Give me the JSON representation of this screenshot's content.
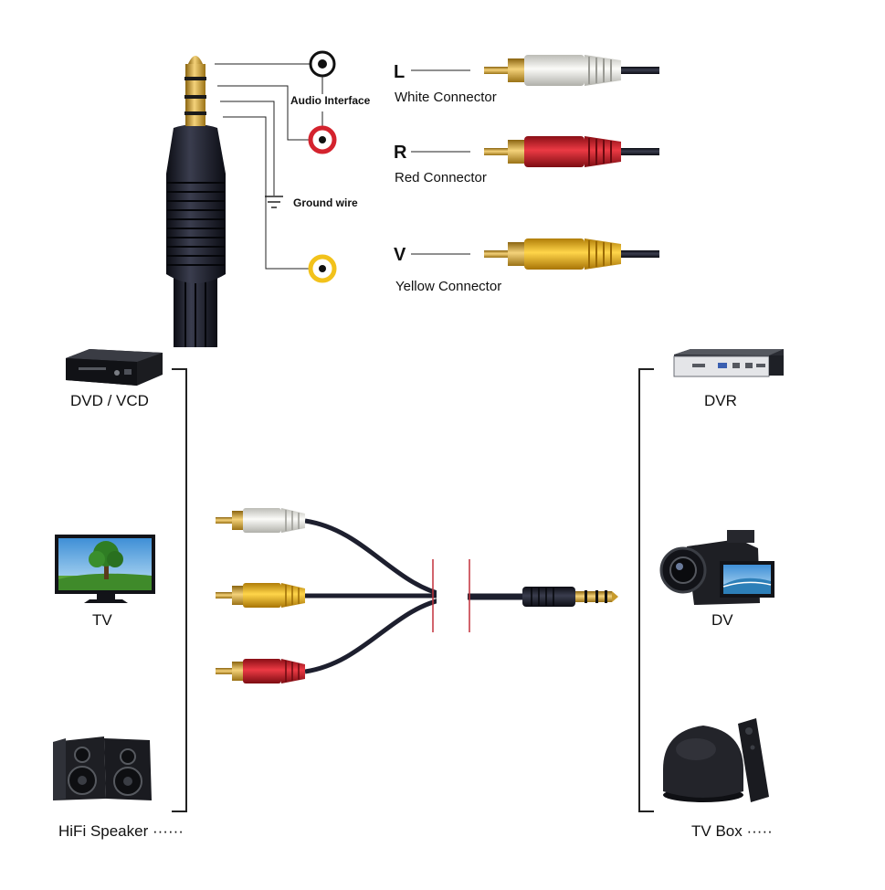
{
  "jack_diagram": {
    "audio_interface_label": "Audio Interface",
    "ground_wire_label": "Ground wire",
    "connectors": [
      {
        "letter": "L",
        "name": "White Connector",
        "color": "#e9e9e6"
      },
      {
        "letter": "R",
        "name": "Red Connector",
        "color": "#d4232e"
      },
      {
        "letter": "V",
        "name": "Yellow Connector",
        "color": "#f2b81b"
      }
    ],
    "ring_colors": [
      "#111111",
      "#d4232e",
      "#f2c21b"
    ]
  },
  "devices": {
    "left": [
      {
        "label": "DVD / VCD",
        "icon": "dvd-player-icon"
      },
      {
        "label": "TV",
        "icon": "tv-icon"
      },
      {
        "label": "HiFi Speaker ······",
        "icon": "hifi-speaker-icon"
      }
    ],
    "right": [
      {
        "label": "DVR",
        "icon": "dvr-icon"
      },
      {
        "label": "DV",
        "icon": "camcorder-icon"
      },
      {
        "label": "TV Box ·····",
        "icon": "tv-box-icon"
      }
    ]
  },
  "colors": {
    "gold": "#c89b2c",
    "cable": "#1d1f2e",
    "white_plug": "#e9e9e6",
    "red_plug": "#d4232e",
    "yellow_plug": "#f2b81b"
  }
}
